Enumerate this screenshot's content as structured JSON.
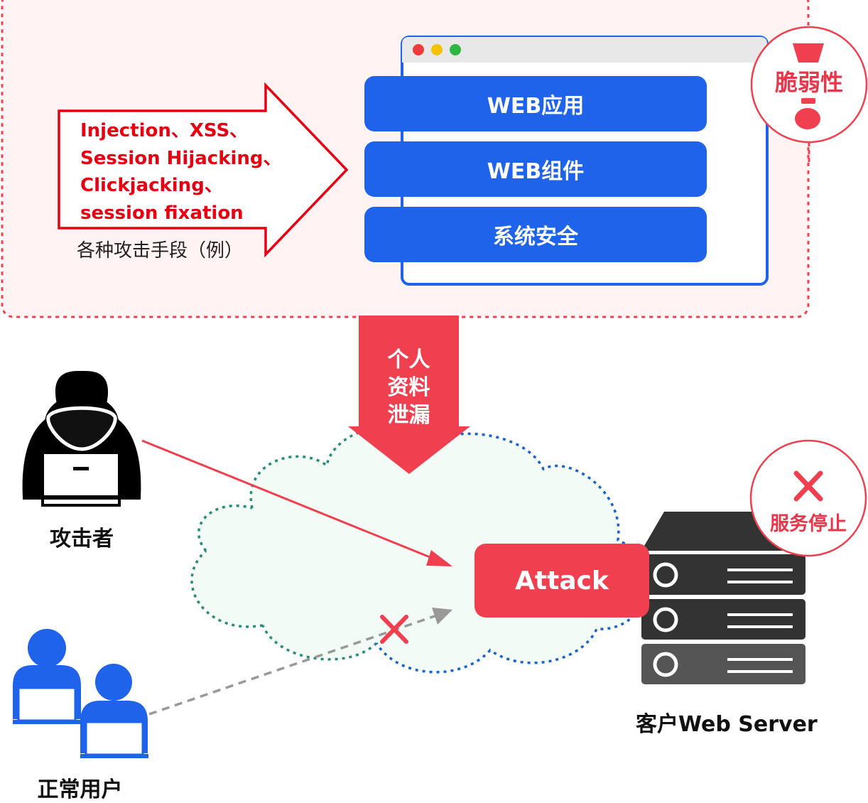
{
  "attack_methods": {
    "items": [
      "Injection、XSS、",
      "Session Hijacking、",
      "Clickjacking、",
      "session fixation"
    ],
    "caption": "各种攻击手段（例）"
  },
  "web_layers": [
    "WEB应用",
    "WEB组件",
    "系统安全"
  ],
  "vulnerability_badge": {
    "label": "脆弱性"
  },
  "leak_arrow": {
    "lines": [
      "个人",
      "资料",
      "泄漏"
    ]
  },
  "attack_box": {
    "label": "Attack"
  },
  "actors": {
    "attacker": "攻击者",
    "normal_users": "正常用户",
    "server": "客户Web Server"
  },
  "service_badge": {
    "label": "服务停止"
  },
  "colors": {
    "accent_red": "#f0404f",
    "alert_red": "#e60012",
    "brand_blue": "#1e63ea",
    "dark_gray": "#333333"
  }
}
